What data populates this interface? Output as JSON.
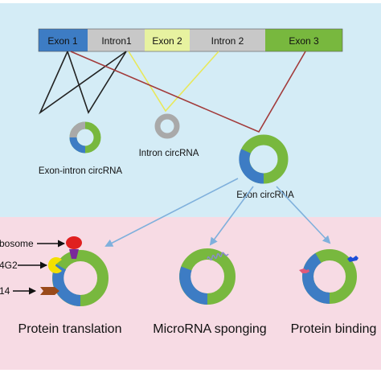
{
  "gene_bar": {
    "segments": [
      {
        "label": "Exon 1",
        "color": "#3d7cc4",
        "text_color": "#111111"
      },
      {
        "label": "Intron1",
        "color": "#c8c8c8",
        "text_color": "#111111"
      },
      {
        "label": "Exon 2",
        "color": "#e7f2a0",
        "text_color": "#111111"
      },
      {
        "label": "Intron 2",
        "color": "#c8c8c8",
        "text_color": "#111111"
      },
      {
        "label": "Exon 3",
        "color": "#78b83e",
        "text_color": "#111111"
      }
    ]
  },
  "circrna_types": {
    "exon_intron": "Exon-intron circRNA",
    "intron": "Intron circRNA",
    "exon": "Exon circRNA"
  },
  "functions": {
    "translation": "Protein translation",
    "sponging": "MicroRNA sponging",
    "binding": "Protein binding"
  },
  "factors": {
    "ribosome": "bosome",
    "eif4g2": "4G2",
    "yth": "14"
  },
  "colors": {
    "top_panel": "#d4ecf6",
    "bottom_panel": "#f7dbe4",
    "exon_blue": "#3d7cc4",
    "exon_green": "#78b83e",
    "intron_grey": "#a9a9a9",
    "arrow_blue": "#7fb0dc",
    "line_black": "#222222",
    "line_yellow": "#e8e85a",
    "line_red": "#a23b3b",
    "ribosome_red": "#e02020",
    "ribosome_purple": "#7a2a9a",
    "eif_yellow": "#f2e000",
    "yth_brown": "#9a4a1a",
    "mirna_purple": "#8a8ad0",
    "protein_blue": "#1d4ed8",
    "protein_pink": "#e05a7a"
  }
}
